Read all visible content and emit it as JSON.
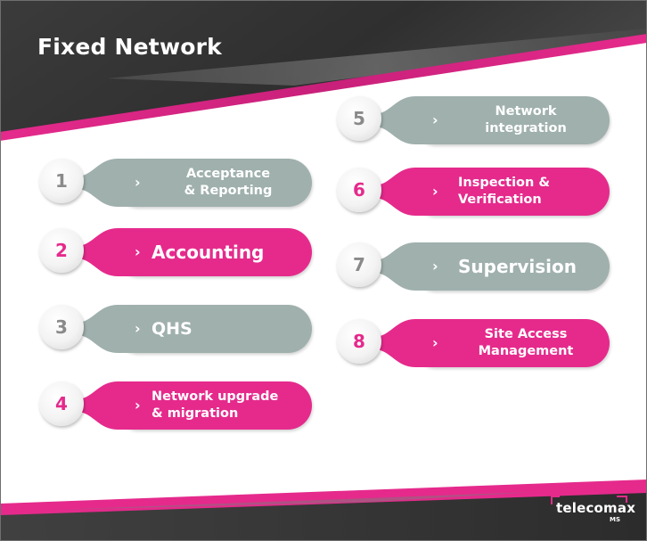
{
  "title": "Fixed Network",
  "colors": {
    "accent": "#e52a8c",
    "gray_pill": "#9fb0ad",
    "dark": "#3a3a3a"
  },
  "items": [
    {
      "number": "1",
      "label": "Acceptance\n& Reporting",
      "style": "gray"
    },
    {
      "number": "2",
      "label": "Accounting",
      "style": "pink"
    },
    {
      "number": "3",
      "label": "QHS",
      "style": "gray"
    },
    {
      "number": "4",
      "label": "Network upgrade\n& migration",
      "style": "pink"
    },
    {
      "number": "5",
      "label": "Network\nintegration",
      "style": "gray"
    },
    {
      "number": "6",
      "label": "Inspection &\nVerification",
      "style": "pink"
    },
    {
      "number": "7",
      "label": "Supervision",
      "style": "gray"
    },
    {
      "number": "8",
      "label": "Site Access\nManagement",
      "style": "pink"
    }
  ],
  "chevron": "›",
  "logo": {
    "name": "telecomax",
    "suffix": "MS"
  }
}
